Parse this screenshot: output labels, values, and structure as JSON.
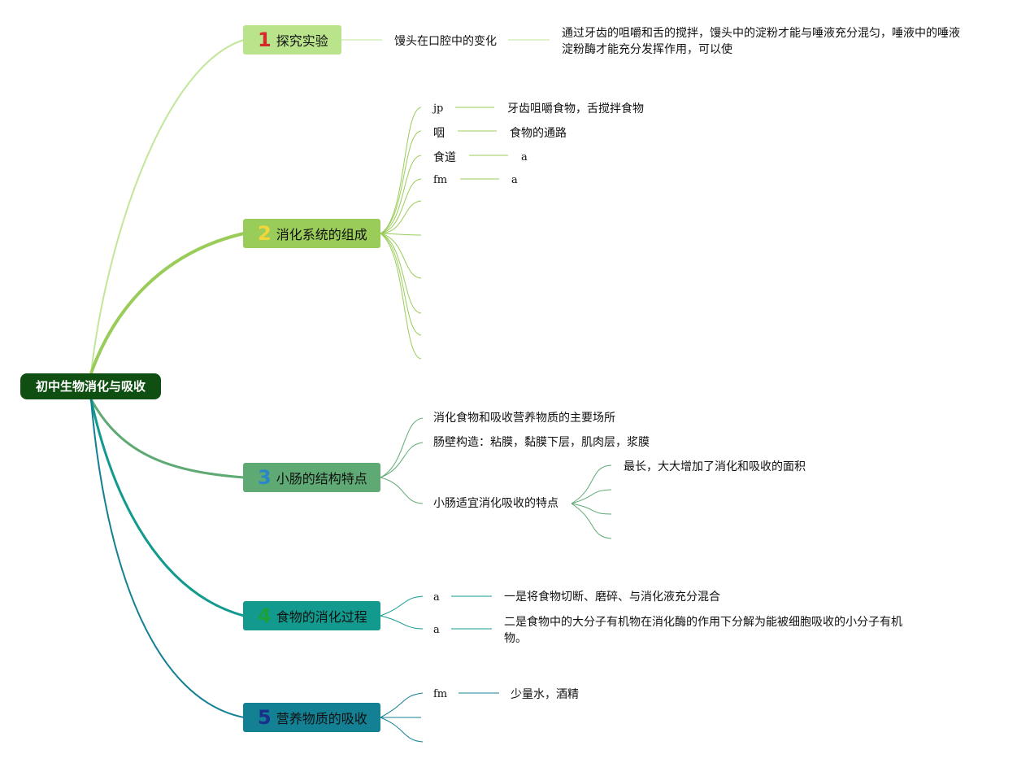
{
  "root": {
    "label": "初中生物消化与吸收"
  },
  "branches": [
    {
      "num": "1",
      "label": "探究实验",
      "bg": "#b9e48c",
      "num_color": "#d42a2a"
    },
    {
      "num": "2",
      "label": "消化系统的组成",
      "bg": "#9acc5a",
      "num_color": "#f2d63a"
    },
    {
      "num": "3",
      "label": "小肠的结构特点",
      "bg": "#5faa74",
      "num_color": "#2a86c8"
    },
    {
      "num": "4",
      "label": "食物的消化过程",
      "bg": "#129a8e",
      "num_color": "#1ba03a"
    },
    {
      "num": "5",
      "label": "营养物质的吸收",
      "bg": "#138094",
      "num_color": "#1a2f8a"
    }
  ],
  "b1": {
    "topic": "馒头在口腔中的变化",
    "detail": "通过牙齿的咀嚼和舌的搅拌，馒头中的淀粉才能与唾液充分混匀，唾液中的唾液淀粉酶才能充分发挥作用，可以使"
  },
  "b2": {
    "items": [
      {
        "key": "jp",
        "value": "牙齿咀嚼食物，舌搅拌食物"
      },
      {
        "key": "咽",
        "value": "食物的通路"
      },
      {
        "key": "食道",
        "value": "a"
      },
      {
        "key": "fm",
        "value": "a"
      }
    ]
  },
  "b3": {
    "items": [
      "消化食物和吸收营养物质的主要场所",
      "肠壁构造：粘膜，黏膜下层，肌肉层，浆膜",
      "小肠适宜消化吸收的特点"
    ],
    "sub": [
      "最长，大大增加了消化和吸收的面积"
    ]
  },
  "b4": {
    "items": [
      {
        "key": "a",
        "value": "一是将食物切断、磨碎、与消化液充分混合"
      },
      {
        "key": "a",
        "value": "二是食物中的大分子有机物在消化酶的作用下分解为能被细胞吸收的小分子有机物。"
      }
    ]
  },
  "b5": {
    "items": [
      {
        "key": "fm",
        "value": "少量水，酒精"
      }
    ]
  }
}
